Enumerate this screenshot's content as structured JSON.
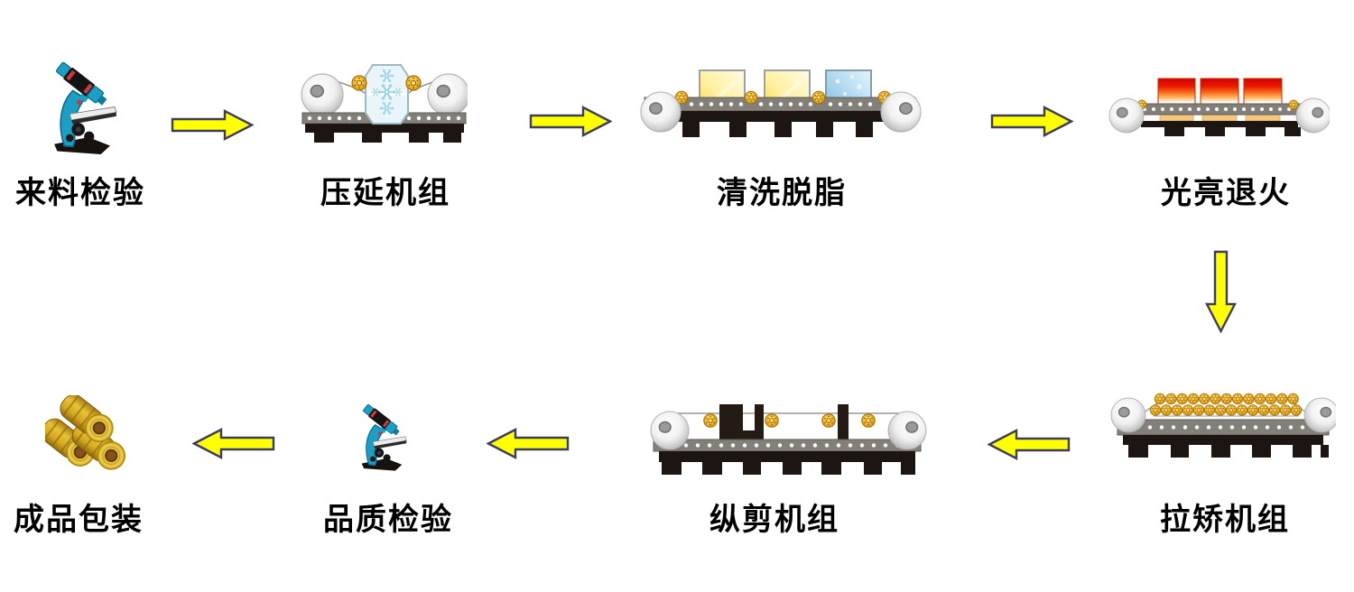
{
  "diagram": {
    "type": "process-flow",
    "background_color": "#ffffff",
    "label_color": "#000000",
    "arrow_fill": "#ffff00",
    "arrow_stroke": "#3c3c5e",
    "flow_order": "top row left-to-right, down at right edge, bottom row right-to-left"
  },
  "stations": [
    {
      "step": 1,
      "row": "top",
      "label": "来料检验",
      "icon": "microscope-icon"
    },
    {
      "step": 2,
      "row": "top",
      "label": "压延机组",
      "icon": "rolling-mill-icon"
    },
    {
      "step": 3,
      "row": "top",
      "label": "清洗脱脂",
      "icon": "cleaning-line-icon"
    },
    {
      "step": 4,
      "row": "top",
      "label": "光亮退火",
      "icon": "annealing-furnace-icon"
    },
    {
      "step": 5,
      "row": "bottom",
      "label": "拉矫机组",
      "icon": "tension-leveler-icon"
    },
    {
      "step": 6,
      "row": "bottom",
      "label": "纵剪机组",
      "icon": "slitting-machine-icon"
    },
    {
      "step": 7,
      "row": "bottom",
      "label": "品质检验",
      "icon": "microscope-icon"
    },
    {
      "step": 8,
      "row": "bottom",
      "label": "成品包装",
      "icon": "package-coils-icon"
    }
  ],
  "arrows": [
    {
      "from": "来料检验",
      "to": "压延机组",
      "direction": "right"
    },
    {
      "from": "压延机组",
      "to": "清洗脱脂",
      "direction": "right"
    },
    {
      "from": "清洗脱脂",
      "to": "光亮退火",
      "direction": "right"
    },
    {
      "from": "光亮退火",
      "to": "拉矫机组",
      "direction": "down"
    },
    {
      "from": "拉矫机组",
      "to": "纵剪机组",
      "direction": "left"
    },
    {
      "from": "纵剪机组",
      "to": "品质检验",
      "direction": "left"
    },
    {
      "from": "品质检验",
      "to": "成品包装",
      "direction": "left"
    }
  ]
}
